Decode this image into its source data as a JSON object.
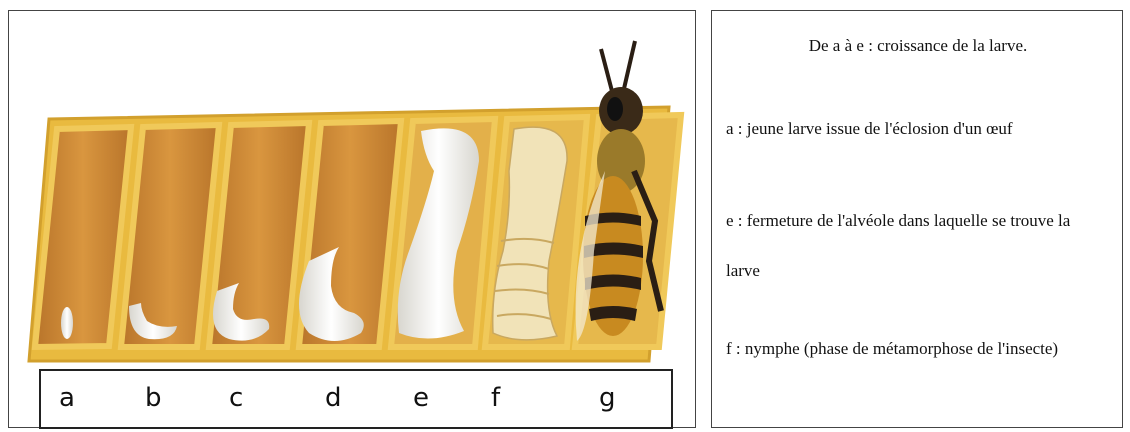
{
  "labels": [
    "a",
    "b",
    "c",
    "d",
    "e",
    "f",
    "g"
  ],
  "descriptions": {
    "title": "De a à e : croissance de la larve.",
    "a": "a : jeune larve issue de l'éclosion d'un œuf",
    "e_line1": "e : fermeture de l'alvéole dans laquelle se trouve la",
    "e_line2": "larve",
    "f": "f : nymphe (phase de métamorphose de l'insecte)"
  },
  "colors": {
    "wax": "#e8b63a",
    "cell_wall": "#d4962a",
    "cell_inner": "#c98a3a",
    "larva": "#f2f0ea",
    "bee_dark": "#2a1e14",
    "bee_stripe": "#c88a20"
  }
}
